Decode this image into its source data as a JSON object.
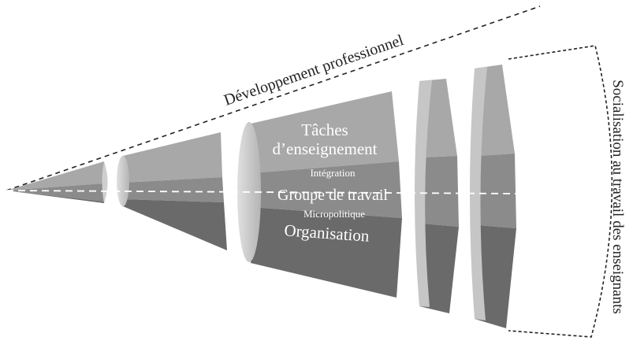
{
  "labels": {
    "professional_development": "Développement professionnel",
    "teacher_socialization": "Socialisation au travail des enseignants",
    "teaching_tasks_line1": "Tâches",
    "teaching_tasks_line2": "d’enseignement",
    "integration": "Intégration",
    "work_group": "Groupe de travail",
    "micropolitics": "Micropolitique",
    "organisation": "Organisation"
  },
  "colors": {
    "band_top": "#a8a8a8",
    "band_middle": "#8b8b8b",
    "band_bottom": "#6a6a6a",
    "face_light": "#d2d2d2",
    "side_light": "#bdbdbd",
    "text_light": "#ffffff",
    "line": "#222222",
    "axis": "#ffffff"
  }
}
